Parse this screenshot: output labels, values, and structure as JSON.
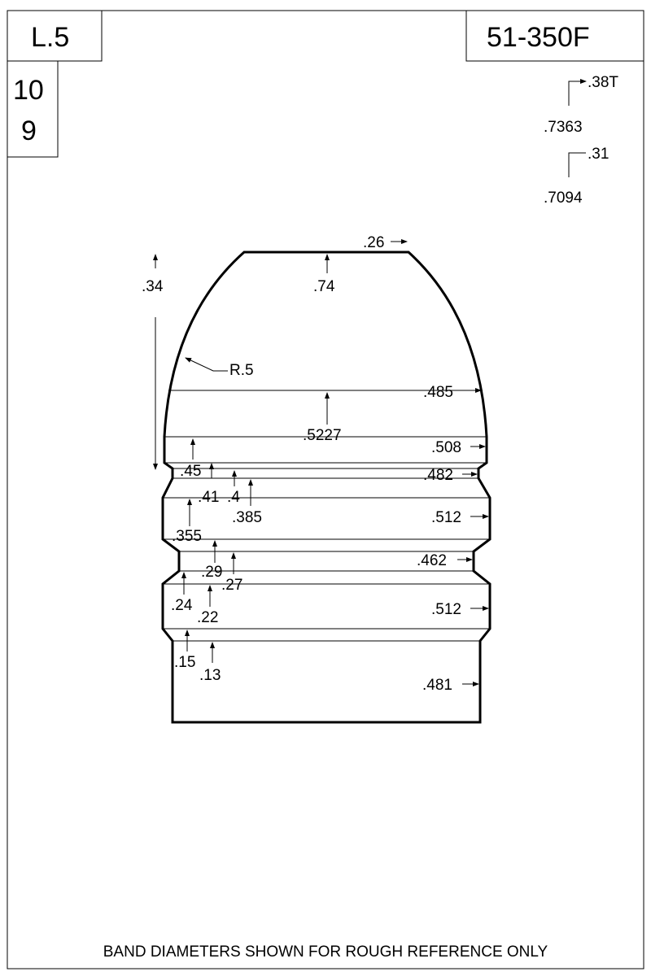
{
  "title_left": "L.5",
  "title_right": "51-350F",
  "box_numbers": [
    "10",
    "9"
  ],
  "top_right": {
    "a_top": ".38T",
    "a_bottom": ".7363",
    "b_top": ".31",
    "b_bottom": ".7094"
  },
  "labels": {
    "meplat": ".26",
    "length_total": ".34",
    "nose_len": ".74",
    "radius": "R.5",
    "d_485": ".485",
    "len_5227": ".5227",
    "d_508": ".508",
    "d_482": ".482",
    "l_45": ".45",
    "l_41": ".41",
    "l_4": ".4",
    "l_385": ".385",
    "d_512a": ".512",
    "l_355": ".355",
    "d_462": ".462",
    "l_29": ".29",
    "l_27": ".27",
    "l_24": ".24",
    "l_22": ".22",
    "d_512b": ".512",
    "l_15": ".15",
    "l_13": ".13",
    "d_481": ".481"
  },
  "footer": "BAND DIAMETERS SHOWN FOR ROUGH REFERENCE ONLY"
}
